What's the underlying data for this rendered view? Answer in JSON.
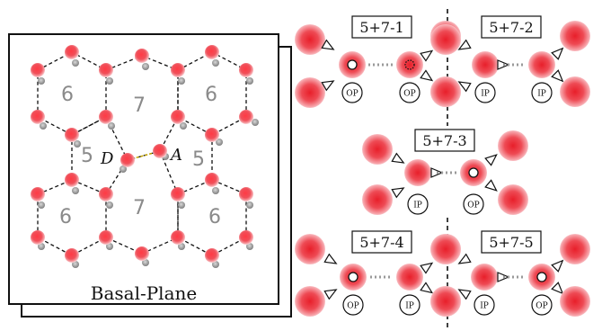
{
  "panel_left": {
    "title": "Basal-Plane",
    "ring_numbers": [
      "6",
      "7",
      "6",
      "5",
      "5",
      "6",
      "7",
      "6"
    ],
    "donor_label": "D",
    "acceptor_label": "A"
  },
  "configs": [
    {
      "label": "5+7-1",
      "left": "OP",
      "right": "OP"
    },
    {
      "label": "5+7-2",
      "left": "IP",
      "right": "IP"
    },
    {
      "label": "5+7-3",
      "left": "IP",
      "right": "OP"
    },
    {
      "label": "5+7-4",
      "left": "OP",
      "right": "IP"
    },
    {
      "label": "5+7-5",
      "left": "IP",
      "right": "OP"
    }
  ],
  "colors": {
    "oxygen": "#e8323a",
    "hydrogen": "#9a9a9a",
    "hbond": "#111111",
    "frame": "#111111"
  }
}
